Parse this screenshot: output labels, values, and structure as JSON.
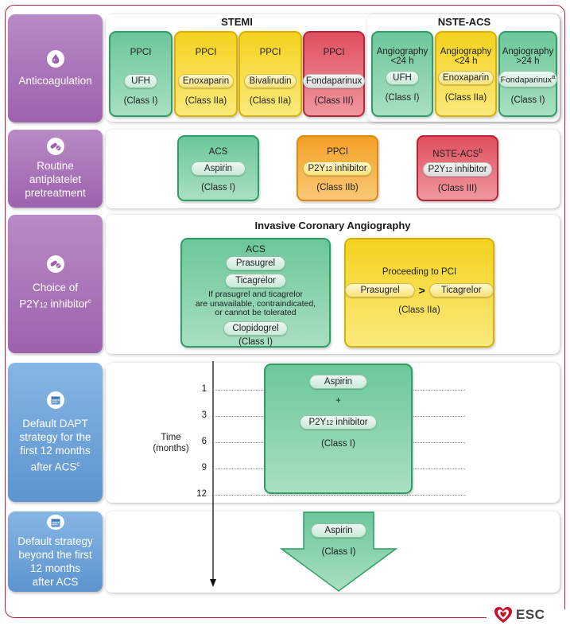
{
  "rows": {
    "anticoagulation": "Anticoagulation",
    "pretreatment": [
      "Routine",
      "antiplatelet",
      "pretreatment"
    ],
    "choice": [
      "Choice of",
      "P2Y12 inhibitor"
    ],
    "choice_sub": "12",
    "choice_sup": "c",
    "dapt": [
      "Default DAPT",
      "strategy for the",
      "first 12 months",
      "after ACS"
    ],
    "dapt_sup": "c",
    "beyond": [
      "Default strategy",
      "beyond the first",
      "12 months",
      "after ACS"
    ]
  },
  "anticoag": {
    "stemi_title": "STEMI",
    "nste_title": "NSTE-ACS",
    "stemi_cards": [
      {
        "top": "PPCI",
        "drug": "UFH",
        "cls": "(Class I)",
        "color": "green"
      },
      {
        "top": "PPCI",
        "drug": "Enoxaparin",
        "cls": "(Class IIa)",
        "color": "yellow"
      },
      {
        "top": "PPCI",
        "drug": "Bivalirudin",
        "cls": "(Class IIa)",
        "color": "yellow"
      },
      {
        "top": "PPCI",
        "drug": "Fondaparinux",
        "cls": "(Class III)",
        "color": "red"
      }
    ],
    "nste_cards": [
      {
        "top1": "Angiography",
        "top2": "<24 h",
        "drug": "UFH",
        "cls": "(Class I)",
        "color": "green"
      },
      {
        "top1": "Angiography",
        "top2": "<24 h",
        "drug": "Enoxaparin",
        "cls": "(Class IIa)",
        "color": "yellow"
      },
      {
        "top1": "Angiography",
        "top2": ">24 h",
        "drug": "Fondaparinux",
        "sup": "a",
        "cls": "(Class I)",
        "color": "green"
      }
    ]
  },
  "pretreat": {
    "cards": [
      {
        "top": "ACS",
        "drug": "Aspirin",
        "cls": "(Class I)",
        "color": "green"
      },
      {
        "top": "PPCI",
        "drug_pre": "P2Y",
        "drug_sub": "12",
        "drug_post": " inhibitor",
        "cls": "(Class IIb)",
        "color": "orange"
      },
      {
        "top": "NSTE-ACS",
        "top_sup": "b",
        "drug_pre": "P2Y",
        "drug_sub": "12",
        "drug_post": " inhibitor",
        "cls": "(Class III)",
        "color": "red"
      }
    ]
  },
  "choice": {
    "title": "Invasive Coronary Angiography",
    "acs_title": "ACS",
    "acs_drug1": "Prasugrel",
    "acs_drug2": "Ticagrelor",
    "acs_note": [
      "If prasugrel and ticagrelor",
      "are unavailable, contraindicated,",
      "or cannot be tolerated"
    ],
    "acs_drug3": "Clopidogrel",
    "acs_cls": "(Class I)",
    "pci_title": "Proceeding to PCI",
    "pci_drug1": "Prasugrel",
    "pci_gt": ">",
    "pci_drug2": "Ticagrelor",
    "pci_cls": "(Class IIa)"
  },
  "dapt": {
    "time_label": [
      "Time",
      "(months)"
    ],
    "ticks": [
      "1",
      "3",
      "6",
      "9",
      "12"
    ],
    "drug1": "Aspirin",
    "plus": "+",
    "drug2_pre": "P2Y",
    "drug2_sub": "12",
    "drug2_post": " inhibitor",
    "cls": "(Class I)"
  },
  "beyond": {
    "drug": "Aspirin",
    "cls": "(Class I)"
  },
  "brand": "ESC",
  "colors": {
    "green": "#2f9e62",
    "yellow": "#f4d21f",
    "red": "#e04f5f",
    "orange": "#f4a126",
    "purple": "#9d62ad",
    "blue": "#5d94cf",
    "frame": "#b4233a"
  }
}
